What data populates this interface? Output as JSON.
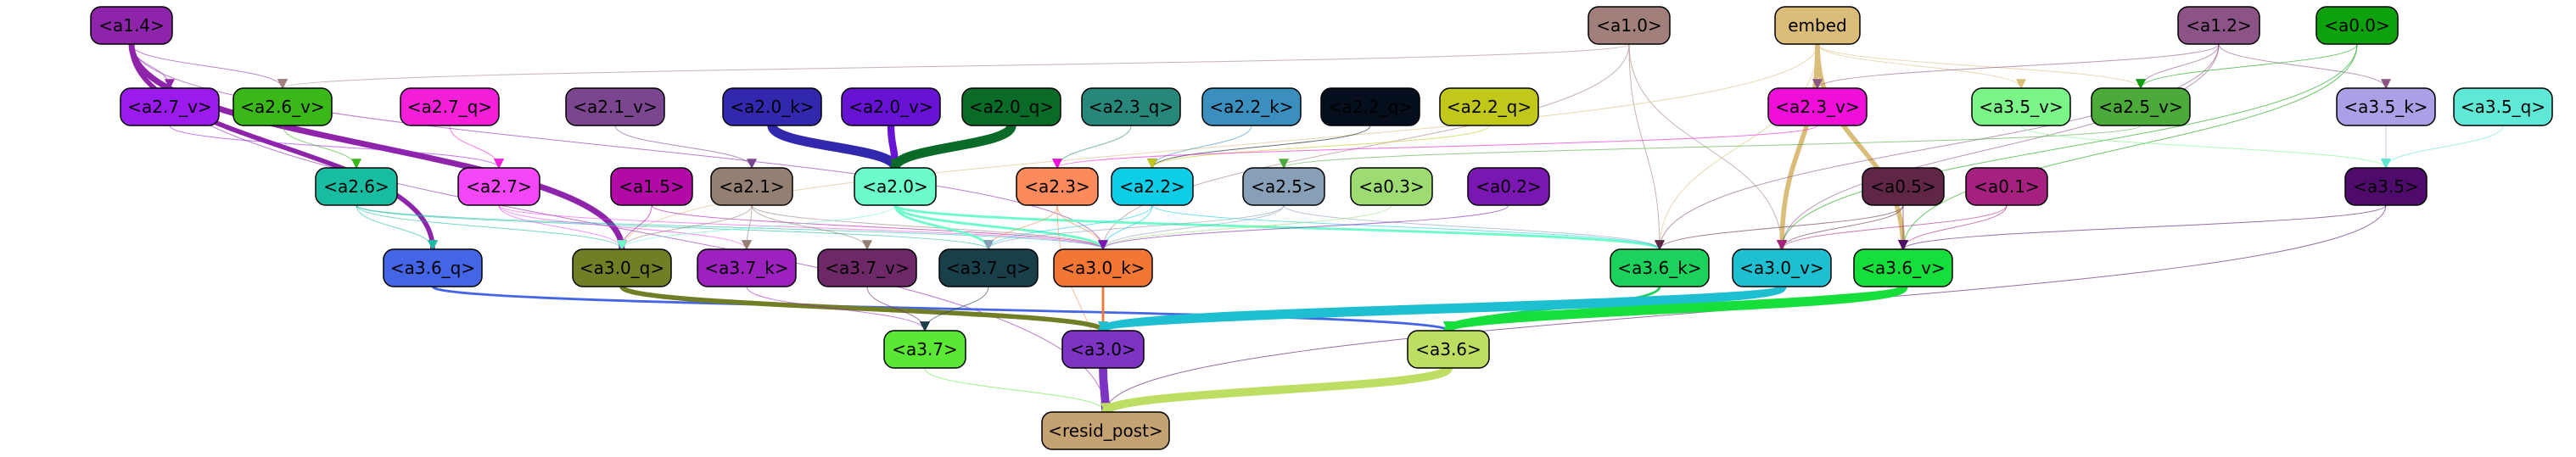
{
  "nodes": [
    {
      "id": "a1_4",
      "label": "<a1.4>",
      "color": "#8e24aa",
      "text": "#000000"
    },
    {
      "id": "a1_0",
      "label": "<a1.0>",
      "color": "#a1807b",
      "text": "#000000"
    },
    {
      "id": "embed",
      "label": "embed",
      "color": "#dbbd7a",
      "text": "#000000"
    },
    {
      "id": "a1_2",
      "label": "<a1.2>",
      "color": "#8c5386",
      "text": "#000000"
    },
    {
      "id": "a0_0",
      "label": "<a0.0>",
      "color": "#0da20d",
      "text": "#000000"
    },
    {
      "id": "a2_7_v",
      "label": "<a2.7_v>",
      "color": "#9b1aee",
      "text": "#000000"
    },
    {
      "id": "a2_6_v",
      "label": "<a2.6_v>",
      "color": "#3ab81a",
      "text": "#000000"
    },
    {
      "id": "a2_7_q",
      "label": "<a2.7_q>",
      "color": "#f51fd9",
      "text": "#000000"
    },
    {
      "id": "a2_1_v",
      "label": "<a2.1_v>",
      "color": "#7b4590",
      "text": "#000000"
    },
    {
      "id": "a2_0_k",
      "label": "<a2.0_k>",
      "color": "#3128ae",
      "text": "#000000"
    },
    {
      "id": "a2_0_v",
      "label": "<a2.0_v>",
      "color": "#6812d4",
      "text": "#000000"
    },
    {
      "id": "a2_0_q",
      "label": "<a2.0_q>",
      "color": "#0a6b29",
      "text": "#000000"
    },
    {
      "id": "a2_3_q",
      "label": "<a2.3_q>",
      "color": "#27877a",
      "text": "#000000"
    },
    {
      "id": "a2_2_k",
      "label": "<a2.2_k>",
      "color": "#3b8fbf",
      "text": "#000000"
    },
    {
      "id": "a2_2_q",
      "label": "<a2.2_q>",
      "color": "#050f1d",
      "text": "#000000"
    },
    {
      "id": "a2_2_qq",
      "label": "<a2.2_q>",
      "color": "#c2c819",
      "text": "#000000"
    },
    {
      "id": "a2_3_v",
      "label": "<a2.3_v>",
      "color": "#f00fd8",
      "text": "#000000"
    },
    {
      "id": "a3_5_v",
      "label": "<a3.5_v>",
      "color": "#7bf587",
      "text": "#000000"
    },
    {
      "id": "a2_5_v",
      "label": "<a2.5_v>",
      "color": "#4caa3a",
      "text": "#000000"
    },
    {
      "id": "a3_5_k",
      "label": "<a3.5_k>",
      "color": "#ab9fe6",
      "text": "#000000"
    },
    {
      "id": "a3_5_q",
      "label": "<a3.5_q>",
      "color": "#5ee8d5",
      "text": "#000000"
    },
    {
      "id": "a2_6",
      "label": "<a2.6>",
      "color": "#18bca1",
      "text": "#000000"
    },
    {
      "id": "a2_7",
      "label": "<a2.7>",
      "color": "#f346f6",
      "text": "#000000"
    },
    {
      "id": "a1_5",
      "label": "<a1.5>",
      "color": "#b10aa5",
      "text": "#000000"
    },
    {
      "id": "a2_1",
      "label": "<a2.1>",
      "color": "#948072",
      "text": "#000000"
    },
    {
      "id": "a2_0",
      "label": "<a2.0>",
      "color": "#6cfcc9",
      "text": "#000000"
    },
    {
      "id": "a2_3",
      "label": "<a2.3>",
      "color": "#fb8a5c",
      "text": "#000000"
    },
    {
      "id": "a2_2",
      "label": "<a2.2>",
      "color": "#0ecde6",
      "text": "#000000"
    },
    {
      "id": "a2_5",
      "label": "<a2.5>",
      "color": "#879fb7",
      "text": "#000000"
    },
    {
      "id": "a0_3",
      "label": "<a0.3>",
      "color": "#9ddc72",
      "text": "#000000"
    },
    {
      "id": "a0_2",
      "label": "<a0.2>",
      "color": "#7a16b1",
      "text": "#000000"
    },
    {
      "id": "a0_5",
      "label": "<a0.5>",
      "color": "#5f2745",
      "text": "#000000"
    },
    {
      "id": "a0_1",
      "label": "<a0.1>",
      "color": "#a6217f",
      "text": "#000000"
    },
    {
      "id": "a3_5",
      "label": "<a3.5>",
      "color": "#4e0b6b",
      "text": "#000000"
    },
    {
      "id": "a3_6_q",
      "label": "<a3.6_q>",
      "color": "#4465e6",
      "text": "#000000"
    },
    {
      "id": "a3_0_q",
      "label": "<a3.0_q>",
      "color": "#717e26",
      "text": "#000000"
    },
    {
      "id": "a3_7_k",
      "label": "<a3.7_k>",
      "color": "#9d21be",
      "text": "#000000"
    },
    {
      "id": "a3_7_v",
      "label": "<a3.7_v>",
      "color": "#6e2767",
      "text": "#000000"
    },
    {
      "id": "a3_7_q",
      "label": "<a3.7_q>",
      "color": "#193f4b",
      "text": "#000000"
    },
    {
      "id": "a3_0_k",
      "label": "<a3.0_k>",
      "color": "#f27735",
      "text": "#000000"
    },
    {
      "id": "a3_6_k",
      "label": "<a3.6_k>",
      "color": "#1dd25c",
      "text": "#000000"
    },
    {
      "id": "a3_0_v",
      "label": "<a3.0_v>",
      "color": "#1ebfd1",
      "text": "#000000"
    },
    {
      "id": "a3_6_v",
      "label": "<a3.6_v>",
      "color": "#16df3c",
      "text": "#000000"
    },
    {
      "id": "a3_7",
      "label": "<a3.7>",
      "color": "#5be835",
      "text": "#000000"
    },
    {
      "id": "a3_0",
      "label": "<a3.0>",
      "color": "#7e34c2",
      "text": "#000000"
    },
    {
      "id": "a3_6",
      "label": "<a3.6>",
      "color": "#bdde62",
      "text": "#000000"
    },
    {
      "id": "resid_post",
      "label": "<resid_post>",
      "color": "#c4a272",
      "text": "#000000"
    }
  ],
  "edges": [
    {
      "from": "a1_4",
      "to": "a2_7_v",
      "color": "#8e24aa",
      "weight": 1
    },
    {
      "from": "a1_4",
      "to": "a2_6_v",
      "color": "#8e24aa",
      "weight": 1
    },
    {
      "from": "a1_4",
      "to": "a3_6_q",
      "color": "#8e24aa",
      "weight": 4
    },
    {
      "from": "a1_4",
      "to": "a3_0_q",
      "color": "#8e24aa",
      "weight": 5
    },
    {
      "from": "a1_4",
      "to": "a3_0_k",
      "color": "#8e24aa",
      "weight": 1
    },
    {
      "from": "a1_4",
      "to": "resid_post",
      "color": "#8e24aa",
      "weight": 1
    },
    {
      "from": "a1_0",
      "to": "a3_6_k",
      "color": "#a1807b",
      "weight": 1
    },
    {
      "from": "a1_0",
      "to": "a3_0_v",
      "color": "#a1807b",
      "weight": 1
    },
    {
      "from": "a1_0",
      "to": "a3_0_k",
      "color": "#a1807b",
      "weight": 1
    },
    {
      "from": "a1_0",
      "to": "a2_6_v",
      "color": "#a1807b",
      "weight": 1
    },
    {
      "from": "embed",
      "to": "a2_3_v",
      "color": "#dbbd7a",
      "weight": 1
    },
    {
      "from": "embed",
      "to": "a3_5_v",
      "color": "#dbbd7a",
      "weight": 1
    },
    {
      "from": "embed",
      "to": "a2_5_v",
      "color": "#dbbd7a",
      "weight": 1
    },
    {
      "from": "embed",
      "to": "a3_0_v",
      "color": "#dbbd7a",
      "weight": 4
    },
    {
      "from": "embed",
      "to": "a3_6_v",
      "color": "#dbbd7a",
      "weight": 4
    },
    {
      "from": "embed",
      "to": "a3_6_k",
      "color": "#dbbd7a",
      "weight": 1
    },
    {
      "from": "embed",
      "to": "a3_0_q",
      "color": "#dbbd7a",
      "weight": 1
    },
    {
      "from": "a1_2",
      "to": "a2_3_v",
      "color": "#8c5386",
      "weight": 1
    },
    {
      "from": "a1_2",
      "to": "a2_5_v",
      "color": "#8c5386",
      "weight": 1
    },
    {
      "from": "a1_2",
      "to": "a3_5_k",
      "color": "#8c5386",
      "weight": 1
    },
    {
      "from": "a1_2",
      "to": "a3_6_k",
      "color": "#8c5386",
      "weight": 1
    },
    {
      "from": "a1_2",
      "to": "a3_0_v",
      "color": "#8c5386",
      "weight": 1
    },
    {
      "from": "a0_0",
      "to": "a2_5_v",
      "color": "#0da20d",
      "weight": 1
    },
    {
      "from": "a0_0",
      "to": "a3_6_v",
      "color": "#0da20d",
      "weight": 1
    },
    {
      "from": "a0_0",
      "to": "a3_0_v",
      "color": "#0da20d",
      "weight": 1
    },
    {
      "from": "a2_7_v",
      "to": "a2_7",
      "color": "#9b1aee",
      "weight": 1
    },
    {
      "from": "a2_6_v",
      "to": "a2_6",
      "color": "#3ab81a",
      "weight": 1
    },
    {
      "from": "a2_7_q",
      "to": "a2_7",
      "color": "#f51fd9",
      "weight": 1
    },
    {
      "from": "a2_1_v",
      "to": "a2_1",
      "color": "#7b4590",
      "weight": 1
    },
    {
      "from": "a2_0_k",
      "to": "a2_0",
      "color": "#3128ae",
      "weight": 8
    },
    {
      "from": "a2_0_v",
      "to": "a2_0",
      "color": "#6812d4",
      "weight": 6
    },
    {
      "from": "a2_0_q",
      "to": "a2_0",
      "color": "#0a6b29",
      "weight": 8
    },
    {
      "from": "a2_3_q",
      "to": "a2_3",
      "color": "#27877a",
      "weight": 1
    },
    {
      "from": "a2_2_k",
      "to": "a2_2",
      "color": "#3b8fbf",
      "weight": 1
    },
    {
      "from": "a2_2_q",
      "to": "a2_2",
      "color": "#050f1d",
      "weight": 1
    },
    {
      "from": "a2_2_qq",
      "to": "a2_2",
      "color": "#c2c819",
      "weight": 1
    },
    {
      "from": "a2_3_v",
      "to": "a2_3",
      "color": "#f00fd8",
      "weight": 1
    },
    {
      "from": "a2_5_v",
      "to": "a2_5",
      "color": "#4caa3a",
      "weight": 1
    },
    {
      "from": "a3_5_v",
      "to": "a3_5",
      "color": "#7bf587",
      "weight": 1
    },
    {
      "from": "a3_5_k",
      "to": "a3_5",
      "color": "#ab9fe6",
      "weight": 1
    },
    {
      "from": "a3_5_q",
      "to": "a3_5",
      "color": "#5ee8d5",
      "weight": 1
    },
    {
      "from": "a2_6",
      "to": "a3_6_q",
      "color": "#18bca1",
      "weight": 1
    },
    {
      "from": "a2_6",
      "to": "a3_0_q",
      "color": "#18bca1",
      "weight": 1
    },
    {
      "from": "a2_6",
      "to": "a3_7_q",
      "color": "#18bca1",
      "weight": 1
    },
    {
      "from": "a2_6",
      "to": "a3_0_k",
      "color": "#18bca1",
      "weight": 1
    },
    {
      "from": "a2_7",
      "to": "a3_0_q",
      "color": "#f346f6",
      "weight": 1
    },
    {
      "from": "a2_7",
      "to": "a3_7_k",
      "color": "#f346f6",
      "weight": 1
    },
    {
      "from": "a2_7",
      "to": "a3_0_k",
      "color": "#f346f6",
      "weight": 1
    },
    {
      "from": "a1_5",
      "to": "a3_0_q",
      "color": "#b10aa5",
      "weight": 1
    },
    {
      "from": "a1_5",
      "to": "a3_0_k",
      "color": "#b10aa5",
      "weight": 1
    },
    {
      "from": "a2_1",
      "to": "a3_0_q",
      "color": "#948072",
      "weight": 1
    },
    {
      "from": "a2_1",
      "to": "a3_7_k",
      "color": "#948072",
      "weight": 1
    },
    {
      "from": "a2_1",
      "to": "a3_7_v",
      "color": "#948072",
      "weight": 1
    },
    {
      "from": "a2_1",
      "to": "a3_0_k",
      "color": "#948072",
      "weight": 1
    },
    {
      "from": "a2_0",
      "to": "a3_7_q",
      "color": "#6cfcc9",
      "weight": 2
    },
    {
      "from": "a2_0",
      "to": "a3_0_k",
      "color": "#6cfcc9",
      "weight": 2
    },
    {
      "from": "a2_0",
      "to": "a3_6_k",
      "color": "#6cfcc9",
      "weight": 2
    },
    {
      "from": "a2_0",
      "to": "a3_0_q",
      "color": "#6cfcc9",
      "weight": 1
    },
    {
      "from": "a2_3",
      "to": "a3_7_q",
      "color": "#fb8a5c",
      "weight": 1
    },
    {
      "from": "a2_3",
      "to": "a3_0_k",
      "color": "#fb8a5c",
      "weight": 1
    },
    {
      "from": "a2_3",
      "to": "resid_post",
      "color": "#fb8a5c",
      "weight": 1
    },
    {
      "from": "a2_2",
      "to": "a3_0_k",
      "color": "#0ecde6",
      "weight": 1
    },
    {
      "from": "a2_2",
      "to": "a3_7_q",
      "color": "#0ecde6",
      "weight": 1
    },
    {
      "from": "a2_2",
      "to": "a3_6_k",
      "color": "#0ecde6",
      "weight": 1
    },
    {
      "from": "a2_5",
      "to": "a3_0_k",
      "color": "#879fb7",
      "weight": 1
    },
    {
      "from": "a2_5",
      "to": "a3_7_q",
      "color": "#879fb7",
      "weight": 1
    },
    {
      "from": "a2_5",
      "to": "a3_6_k",
      "color": "#879fb7",
      "weight": 1
    },
    {
      "from": "a0_3",
      "to": "a3_0_k",
      "color": "#9ddc72",
      "weight": 1
    },
    {
      "from": "a0_2",
      "to": "a3_0_k",
      "color": "#7a16b1",
      "weight": 1
    },
    {
      "from": "a0_5",
      "to": "a3_6_v",
      "color": "#5f2745",
      "weight": 1
    },
    {
      "from": "a0_5",
      "to": "a3_0_v",
      "color": "#5f2745",
      "weight": 1
    },
    {
      "from": "a0_5",
      "to": "a3_6_k",
      "color": "#5f2745",
      "weight": 1
    },
    {
      "from": "a0_1",
      "to": "a3_6_v",
      "color": "#a6217f",
      "weight": 1
    },
    {
      "from": "a0_1",
      "to": "a3_0_v",
      "color": "#a6217f",
      "weight": 1
    },
    {
      "from": "a3_5",
      "to": "a3_6_v",
      "color": "#4e0b6b",
      "weight": 1
    },
    {
      "from": "a3_5",
      "to": "resid_post",
      "color": "#4e0b6b",
      "weight": 1
    },
    {
      "from": "a3_6_q",
      "to": "a3_6",
      "color": "#4465e6",
      "weight": 2
    },
    {
      "from": "a3_0_q",
      "to": "a3_0",
      "color": "#717e26",
      "weight": 4
    },
    {
      "from": "a3_7_k",
      "to": "a3_7",
      "color": "#9d21be",
      "weight": 1
    },
    {
      "from": "a3_7_v",
      "to": "a3_7",
      "color": "#6e2767",
      "weight": 1
    },
    {
      "from": "a3_7_q",
      "to": "a3_7",
      "color": "#193f4b",
      "weight": 1
    },
    {
      "from": "a3_0_k",
      "to": "a3_0",
      "color": "#f27735",
      "weight": 2
    },
    {
      "from": "a3_6_k",
      "to": "a3_6",
      "color": "#1dd25c",
      "weight": 2
    },
    {
      "from": "a3_0_v",
      "to": "a3_0",
      "color": "#1ebfd1",
      "weight": 8
    },
    {
      "from": "a3_6_v",
      "to": "a3_6",
      "color": "#16df3c",
      "weight": 8
    },
    {
      "from": "a3_7",
      "to": "resid_post",
      "color": "#5be835",
      "weight": 1
    },
    {
      "from": "a3_0",
      "to": "resid_post",
      "color": "#7e34c2",
      "weight": 7
    },
    {
      "from": "a3_6",
      "to": "resid_post",
      "color": "#bdde62",
      "weight": 7
    }
  ]
}
